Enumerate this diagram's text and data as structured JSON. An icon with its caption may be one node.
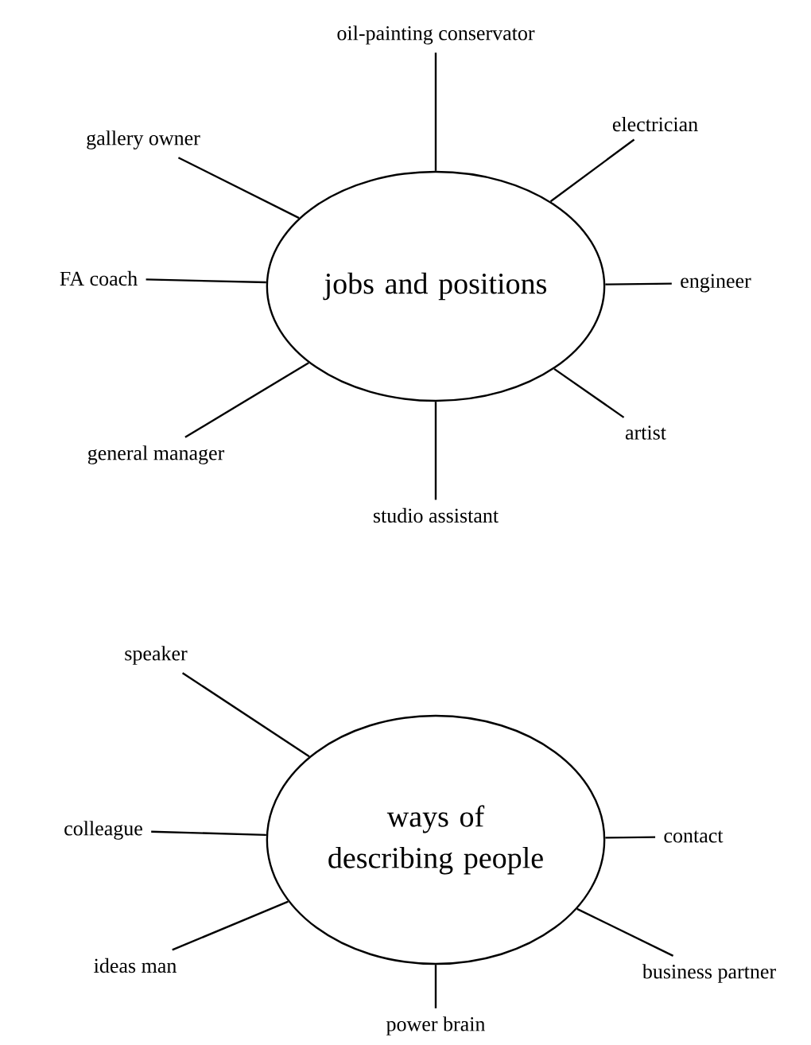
{
  "diagram": {
    "nodes": [
      {
        "text": [
          "jobs and positions"
        ]
      },
      {
        "text": [
          "oil-painting conservator"
        ]
      },
      {
        "text": [
          "electrician"
        ]
      },
      {
        "text": [
          "gallery owner"
        ]
      },
      {
        "text": [
          "FA coach"
        ]
      },
      {
        "text": [
          "engineer"
        ]
      },
      {
        "text": [
          "artist"
        ]
      },
      {
        "text": [
          "general manager"
        ]
      },
      {
        "text": [
          "studio assistant"
        ]
      },
      {
        "text": [
          "ways of describing people"
        ]
      },
      {
        "text": [
          "speaker"
        ]
      },
      {
        "text": [
          "colleague"
        ]
      },
      {
        "text": [
          "contact"
        ]
      },
      {
        "text": [
          "ideas man"
        ]
      },
      {
        "text": [
          "business partner"
        ]
      },
      {
        "text": [
          "power brain"
        ]
      }
    ],
    "edges": [
      {
        "from": 0,
        "to": 1,
        "arrow": "none"
      },
      {
        "from": 0,
        "to": 2,
        "arrow": "none"
      },
      {
        "from": 0,
        "to": 3,
        "arrow": "none"
      },
      {
        "from": 0,
        "to": 4,
        "arrow": "none"
      },
      {
        "from": 0,
        "to": 5,
        "arrow": "none"
      },
      {
        "from": 0,
        "to": 6,
        "arrow": "none"
      },
      {
        "from": 0,
        "to": 7,
        "arrow": "none"
      },
      {
        "from": 0,
        "to": 8,
        "arrow": "none"
      },
      {
        "from": 9,
        "to": 10,
        "arrow": "none"
      },
      {
        "from": 9,
        "to": 11,
        "arrow": "none"
      },
      {
        "from": 9,
        "to": 12,
        "arrow": "none"
      },
      {
        "from": 9,
        "to": 13,
        "arrow": "none"
      },
      {
        "from": 9,
        "to": 14,
        "arrow": "none"
      },
      {
        "from": 9,
        "to": 15,
        "arrow": "none"
      }
    ]
  }
}
